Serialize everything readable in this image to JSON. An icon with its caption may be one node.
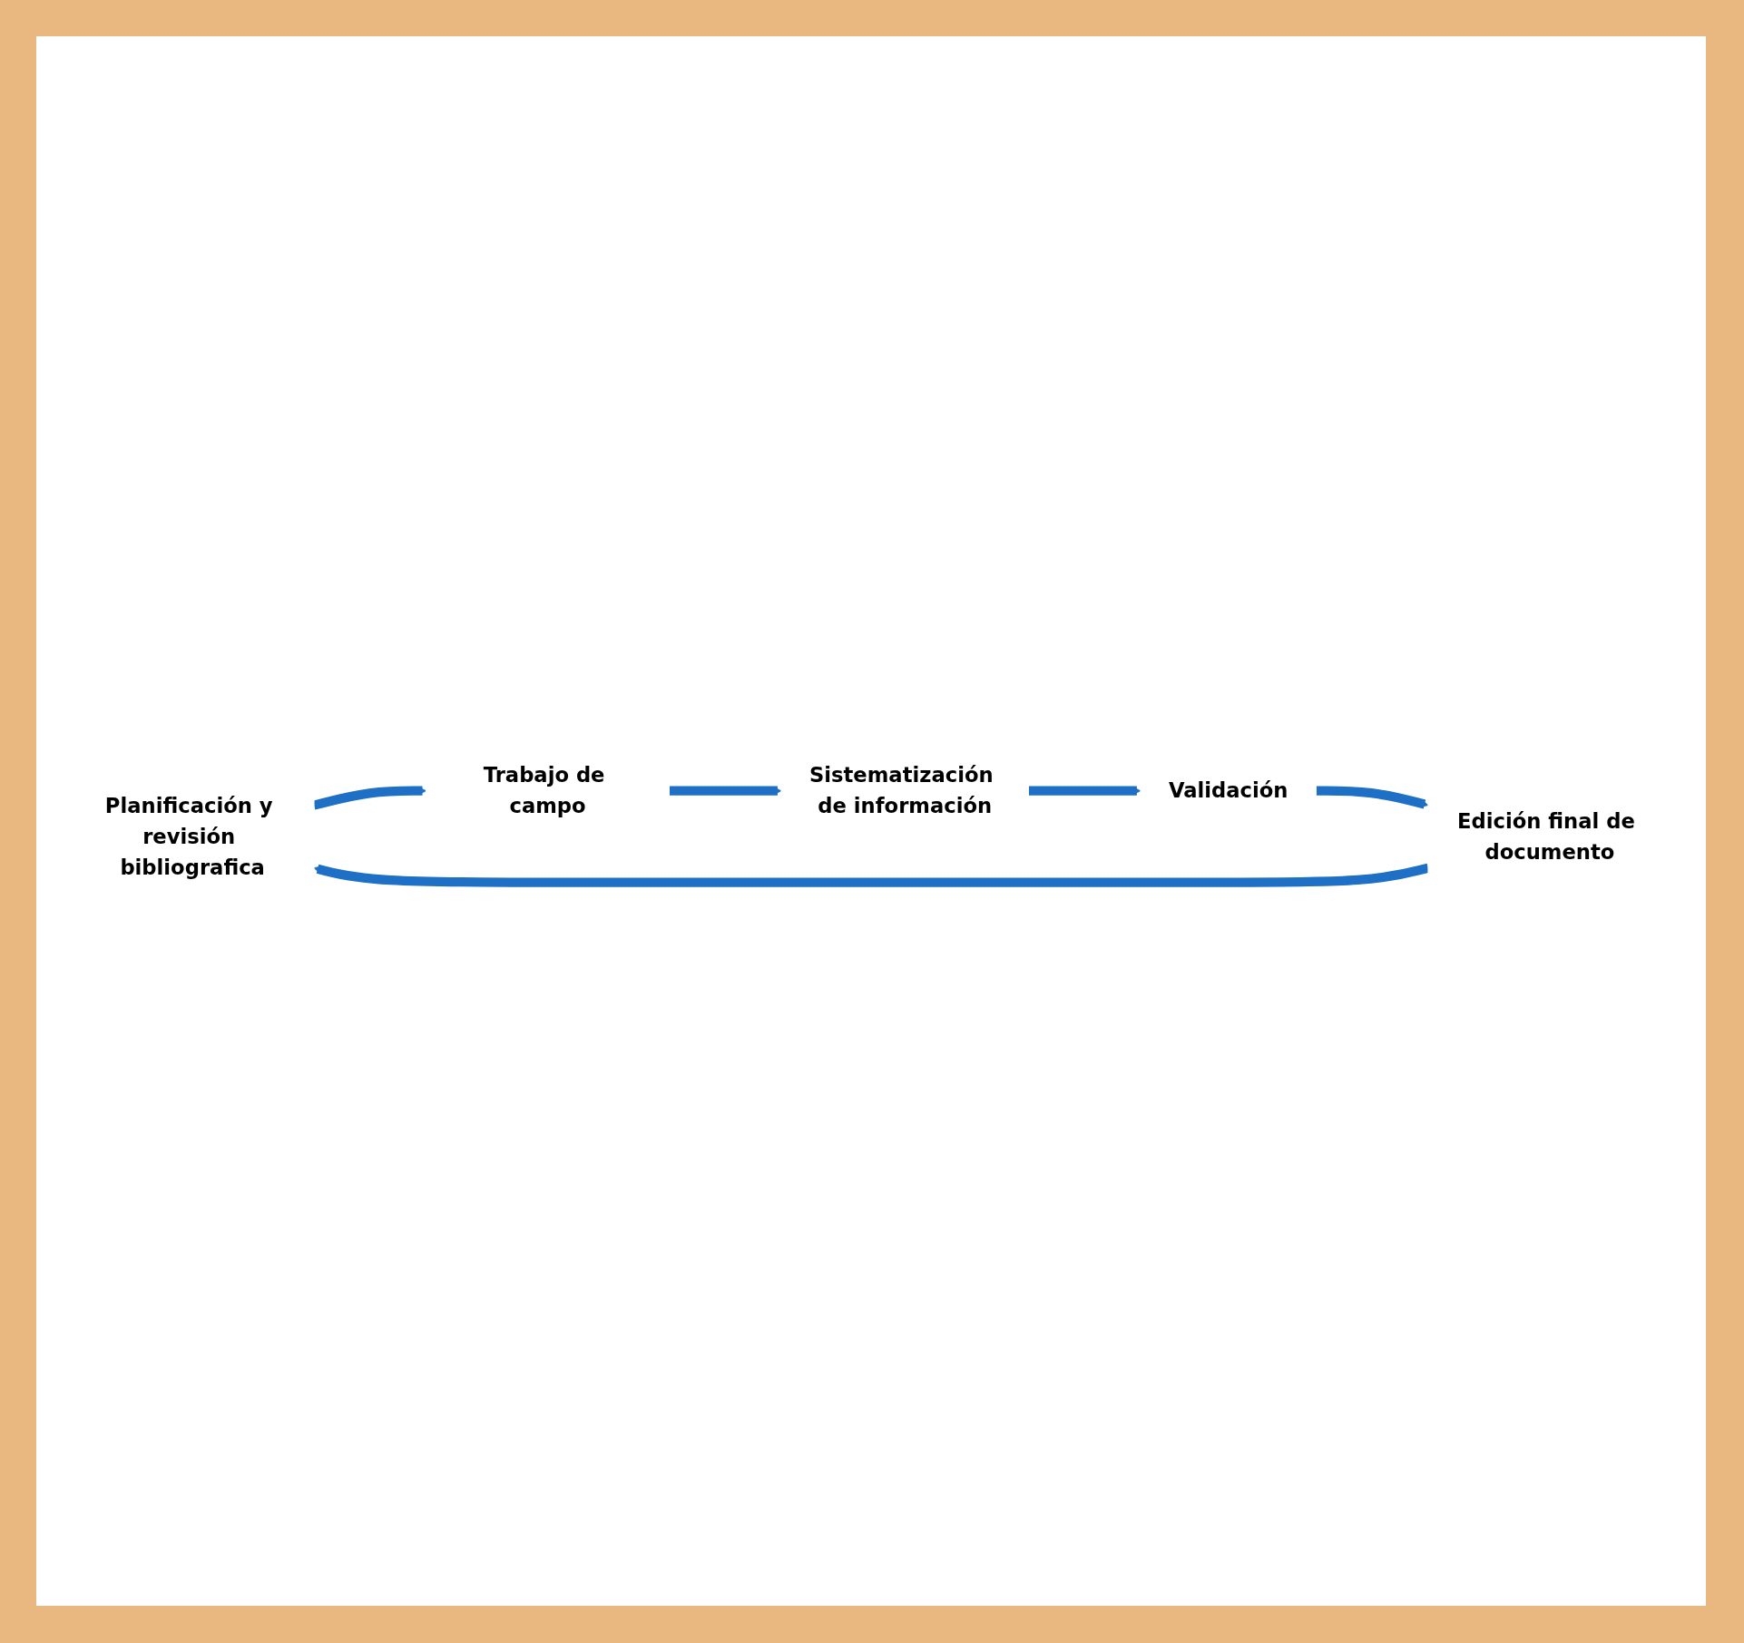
{
  "diagram": {
    "nodes": [
      {
        "text": [
          "Planificación y revisión bibliografica"
        ]
      },
      {
        "text": [
          "Trabajo de campo"
        ]
      },
      {
        "text": [
          "Sistematización de información"
        ]
      },
      {
        "text": [
          "Validación"
        ]
      },
      {
        "text": [
          "Edición final de documento"
        ]
      }
    ],
    "edges": [
      {
        "from": 0,
        "to": 1,
        "arrow": "to"
      },
      {
        "from": 1,
        "to": 2,
        "arrow": "to"
      },
      {
        "from": 2,
        "to": 3,
        "arrow": "to"
      },
      {
        "from": 3,
        "to": 4,
        "arrow": "to"
      },
      {
        "from": 4,
        "to": 0,
        "arrow": "to"
      }
    ]
  }
}
